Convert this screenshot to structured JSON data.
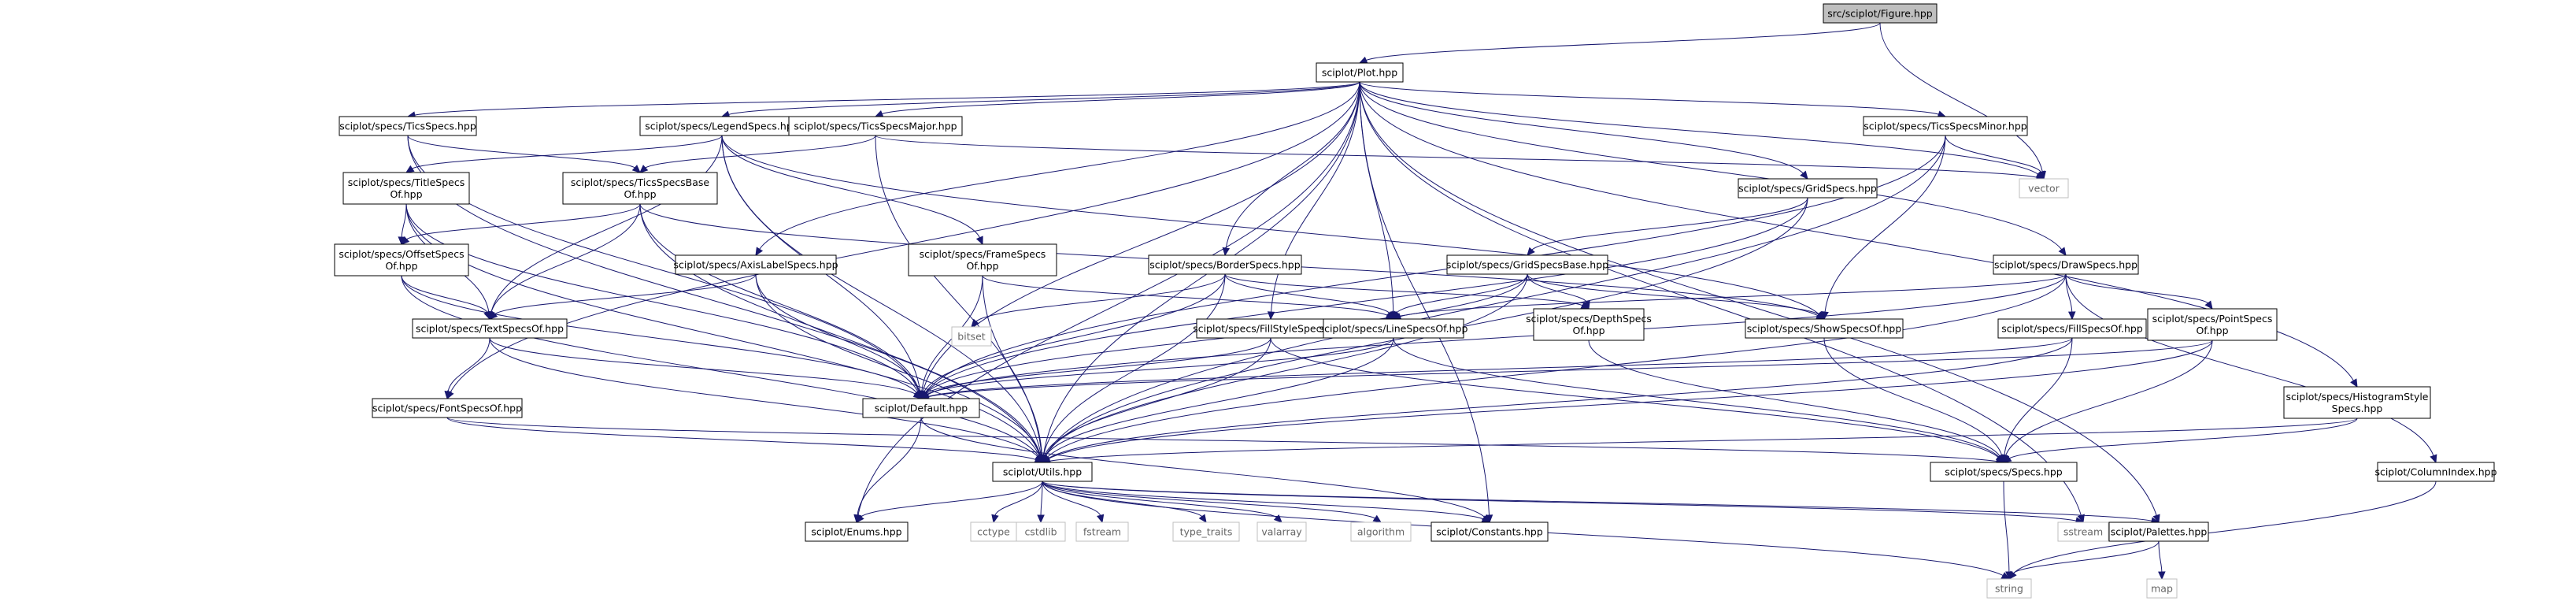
{
  "colors": {
    "edge": "#191970",
    "root_fill": "#bfbfbf",
    "node_fill": "#ffffff",
    "node_border": "#000000",
    "external_border": "#bfbfbf",
    "external_text": "#666666"
  },
  "nodes": [
    {
      "id": "figure",
      "lines": [
        "src/sciplot/Figure.hpp"
      ],
      "kind": "root"
    },
    {
      "id": "plot",
      "lines": [
        "sciplot/Plot.hpp"
      ],
      "kind": "file"
    },
    {
      "id": "ticsspecs",
      "lines": [
        "sciplot/specs/TicsSpecs.hpp"
      ],
      "kind": "file"
    },
    {
      "id": "legendspecs",
      "lines": [
        "sciplot/specs/LegendSpecs.hpp"
      ],
      "kind": "file"
    },
    {
      "id": "ticsmajor",
      "lines": [
        "sciplot/specs/TicsSpecsMajor.hpp"
      ],
      "kind": "file"
    },
    {
      "id": "ticsminor",
      "lines": [
        "sciplot/specs/TicsSpecsMinor.hpp"
      ],
      "kind": "file"
    },
    {
      "id": "titlespecs",
      "lines": [
        "sciplot/specs/TitleSpecs",
        "Of.hpp"
      ],
      "kind": "file"
    },
    {
      "id": "ticsbase",
      "lines": [
        "sciplot/specs/TicsSpecsBase",
        "Of.hpp"
      ],
      "kind": "file"
    },
    {
      "id": "gridspecs",
      "lines": [
        "sciplot/specs/GridSpecs.hpp"
      ],
      "kind": "file"
    },
    {
      "id": "vector",
      "lines": [
        "vector"
      ],
      "kind": "external"
    },
    {
      "id": "offsetspecs",
      "lines": [
        "sciplot/specs/OffsetSpecs",
        "Of.hpp"
      ],
      "kind": "file"
    },
    {
      "id": "axislabel",
      "lines": [
        "sciplot/specs/AxisLabelSpecs.hpp"
      ],
      "kind": "file"
    },
    {
      "id": "framespecs",
      "lines": [
        "sciplot/specs/FrameSpecs",
        "Of.hpp"
      ],
      "kind": "file"
    },
    {
      "id": "borderspecs",
      "lines": [
        "sciplot/specs/BorderSpecs.hpp"
      ],
      "kind": "file"
    },
    {
      "id": "gridbase",
      "lines": [
        "sciplot/specs/GridSpecsBase.hpp"
      ],
      "kind": "file"
    },
    {
      "id": "drawspecs",
      "lines": [
        "sciplot/specs/DrawSpecs.hpp"
      ],
      "kind": "file"
    },
    {
      "id": "textspecs",
      "lines": [
        "sciplot/specs/TextSpecsOf.hpp"
      ],
      "kind": "file"
    },
    {
      "id": "bitset",
      "lines": [
        "bitset"
      ],
      "kind": "external"
    },
    {
      "id": "fillstyle",
      "lines": [
        "sciplot/specs/FillStyleSpecs.hpp"
      ],
      "kind": "file"
    },
    {
      "id": "linespecs",
      "lines": [
        "sciplot/specs/LineSpecsOf.hpp"
      ],
      "kind": "file"
    },
    {
      "id": "depthspecs",
      "lines": [
        "sciplot/specs/DepthSpecs",
        "Of.hpp"
      ],
      "kind": "file"
    },
    {
      "id": "showspecs",
      "lines": [
        "sciplot/specs/ShowSpecsOf.hpp"
      ],
      "kind": "file"
    },
    {
      "id": "fillspecs",
      "lines": [
        "sciplot/specs/FillSpecsOf.hpp"
      ],
      "kind": "file"
    },
    {
      "id": "pointspecs",
      "lines": [
        "sciplot/specs/PointSpecs",
        "Of.hpp"
      ],
      "kind": "file"
    },
    {
      "id": "fontspecs",
      "lines": [
        "sciplot/specs/FontSpecsOf.hpp"
      ],
      "kind": "file"
    },
    {
      "id": "default",
      "lines": [
        "sciplot/Default.hpp"
      ],
      "kind": "file"
    },
    {
      "id": "histogram",
      "lines": [
        "sciplot/specs/HistogramStyle",
        "Specs.hpp"
      ],
      "kind": "file"
    },
    {
      "id": "utils",
      "lines": [
        "sciplot/Utils.hpp"
      ],
      "kind": "file"
    },
    {
      "id": "specs",
      "lines": [
        "sciplot/specs/Specs.hpp"
      ],
      "kind": "file"
    },
    {
      "id": "columnindex",
      "lines": [
        "sciplot/ColumnIndex.hpp"
      ],
      "kind": "file"
    },
    {
      "id": "enums",
      "lines": [
        "sciplot/Enums.hpp"
      ],
      "kind": "file"
    },
    {
      "id": "cctype",
      "lines": [
        "cctype"
      ],
      "kind": "external"
    },
    {
      "id": "cstdlib",
      "lines": [
        "cstdlib"
      ],
      "kind": "external"
    },
    {
      "id": "fstream",
      "lines": [
        "fstream"
      ],
      "kind": "external"
    },
    {
      "id": "type_traits",
      "lines": [
        "type_traits"
      ],
      "kind": "external"
    },
    {
      "id": "valarray",
      "lines": [
        "valarray"
      ],
      "kind": "external"
    },
    {
      "id": "algorithm",
      "lines": [
        "algorithm"
      ],
      "kind": "external"
    },
    {
      "id": "constants",
      "lines": [
        "sciplot/Constants.hpp"
      ],
      "kind": "file"
    },
    {
      "id": "sstream",
      "lines": [
        "sstream"
      ],
      "kind": "external"
    },
    {
      "id": "palettes",
      "lines": [
        "sciplot/Palettes.hpp"
      ],
      "kind": "file"
    },
    {
      "id": "map",
      "lines": [
        "map"
      ],
      "kind": "external"
    },
    {
      "id": "string",
      "lines": [
        "string"
      ],
      "kind": "external"
    }
  ],
  "edges": [
    [
      "figure",
      "plot"
    ],
    [
      "figure",
      "vector"
    ],
    [
      "plot",
      "ticsspecs"
    ],
    [
      "plot",
      "legendspecs"
    ],
    [
      "plot",
      "ticsmajor"
    ],
    [
      "plot",
      "ticsminor"
    ],
    [
      "plot",
      "vector"
    ],
    [
      "plot",
      "gridspecs"
    ],
    [
      "plot",
      "axislabel"
    ],
    [
      "plot",
      "borderspecs"
    ],
    [
      "plot",
      "drawspecs"
    ],
    [
      "plot",
      "fillstyle"
    ],
    [
      "plot",
      "linespecs"
    ],
    [
      "plot",
      "default"
    ],
    [
      "plot",
      "utils"
    ],
    [
      "plot",
      "fontspecs"
    ],
    [
      "plot",
      "histogram"
    ],
    [
      "plot",
      "constants"
    ],
    [
      "plot",
      "palettes"
    ],
    [
      "plot",
      "enums"
    ],
    [
      "plot",
      "sstream"
    ],
    [
      "ticsspecs",
      "ticsbase"
    ],
    [
      "ticsspecs",
      "default"
    ],
    [
      "ticsspecs",
      "utils"
    ],
    [
      "legendspecs",
      "titlespecs"
    ],
    [
      "legendspecs",
      "textspecs"
    ],
    [
      "legendspecs",
      "framespecs"
    ],
    [
      "legendspecs",
      "showspecs"
    ],
    [
      "legendspecs",
      "default"
    ],
    [
      "legendspecs",
      "utils"
    ],
    [
      "ticsmajor",
      "ticsbase"
    ],
    [
      "ticsmajor",
      "utils"
    ],
    [
      "ticsmajor",
      "vector"
    ],
    [
      "ticsminor",
      "vector"
    ],
    [
      "ticsminor",
      "showspecs"
    ],
    [
      "ticsminor",
      "default"
    ],
    [
      "ticsminor",
      "utils"
    ],
    [
      "titlespecs",
      "offsetspecs"
    ],
    [
      "titlespecs",
      "textspecs"
    ],
    [
      "titlespecs",
      "default"
    ],
    [
      "titlespecs",
      "utils"
    ],
    [
      "ticsbase",
      "offsetspecs"
    ],
    [
      "ticsbase",
      "textspecs"
    ],
    [
      "ticsbase",
      "showspecs"
    ],
    [
      "ticsbase",
      "default"
    ],
    [
      "ticsbase",
      "utils"
    ],
    [
      "gridspecs",
      "gridbase"
    ],
    [
      "gridspecs",
      "default"
    ],
    [
      "gridspecs",
      "utils"
    ],
    [
      "offsetspecs",
      "textspecs"
    ],
    [
      "offsetspecs",
      "default"
    ],
    [
      "offsetspecs",
      "utils"
    ],
    [
      "axislabel",
      "textspecs"
    ],
    [
      "axislabel",
      "default"
    ],
    [
      "axislabel",
      "utils"
    ],
    [
      "framespecs",
      "linespecs"
    ],
    [
      "framespecs",
      "default"
    ],
    [
      "framespecs",
      "utils"
    ],
    [
      "borderspecs",
      "bitset"
    ],
    [
      "borderspecs",
      "linespecs"
    ],
    [
      "borderspecs",
      "depthspecs"
    ],
    [
      "borderspecs",
      "default"
    ],
    [
      "borderspecs",
      "utils"
    ],
    [
      "gridbase",
      "linespecs"
    ],
    [
      "gridbase",
      "depthspecs"
    ],
    [
      "gridbase",
      "showspecs"
    ],
    [
      "gridbase",
      "default"
    ],
    [
      "gridbase",
      "utils"
    ],
    [
      "drawspecs",
      "linespecs"
    ],
    [
      "drawspecs",
      "fillspecs"
    ],
    [
      "drawspecs",
      "pointspecs"
    ],
    [
      "drawspecs",
      "columnindex"
    ],
    [
      "drawspecs",
      "default"
    ],
    [
      "drawspecs",
      "utils"
    ],
    [
      "textspecs",
      "fontspecs"
    ],
    [
      "textspecs",
      "default"
    ],
    [
      "textspecs",
      "utils"
    ],
    [
      "fillstyle",
      "specs"
    ],
    [
      "fillstyle",
      "default"
    ],
    [
      "fillstyle",
      "utils"
    ],
    [
      "linespecs",
      "specs"
    ],
    [
      "linespecs",
      "default"
    ],
    [
      "linespecs",
      "utils"
    ],
    [
      "depthspecs",
      "specs"
    ],
    [
      "showspecs",
      "specs"
    ],
    [
      "fillspecs",
      "specs"
    ],
    [
      "fillspecs",
      "default"
    ],
    [
      "fillspecs",
      "utils"
    ],
    [
      "pointspecs",
      "specs"
    ],
    [
      "pointspecs",
      "default"
    ],
    [
      "pointspecs",
      "utils"
    ],
    [
      "fontspecs",
      "specs"
    ],
    [
      "fontspecs",
      "utils"
    ],
    [
      "default",
      "enums"
    ],
    [
      "default",
      "constants"
    ],
    [
      "histogram",
      "specs"
    ],
    [
      "histogram",
      "utils"
    ],
    [
      "utils",
      "enums"
    ],
    [
      "utils",
      "cctype"
    ],
    [
      "utils",
      "cstdlib"
    ],
    [
      "utils",
      "fstream"
    ],
    [
      "utils",
      "type_traits"
    ],
    [
      "utils",
      "valarray"
    ],
    [
      "utils",
      "algorithm"
    ],
    [
      "utils",
      "constants"
    ],
    [
      "utils",
      "sstream"
    ],
    [
      "utils",
      "palettes"
    ],
    [
      "utils",
      "string"
    ],
    [
      "specs",
      "string"
    ],
    [
      "columnindex",
      "string"
    ],
    [
      "palettes",
      "map"
    ],
    [
      "palettes",
      "string"
    ]
  ]
}
